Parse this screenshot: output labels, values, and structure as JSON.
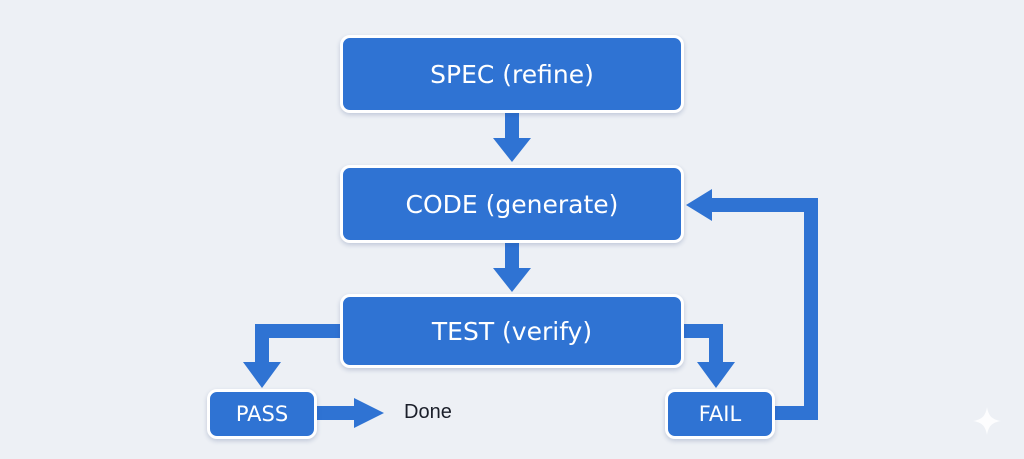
{
  "nodes": {
    "spec": "SPEC (refine)",
    "code": "CODE (generate)",
    "test": "TEST (verify)",
    "pass": "PASS",
    "fail": "FAIL"
  },
  "done_label": "Done",
  "colors": {
    "box_fill": "#2f73d3",
    "box_border": "#ffffff",
    "arrow": "#2f73d3",
    "background": "#edf0f5",
    "text": "#1b1f2a"
  }
}
